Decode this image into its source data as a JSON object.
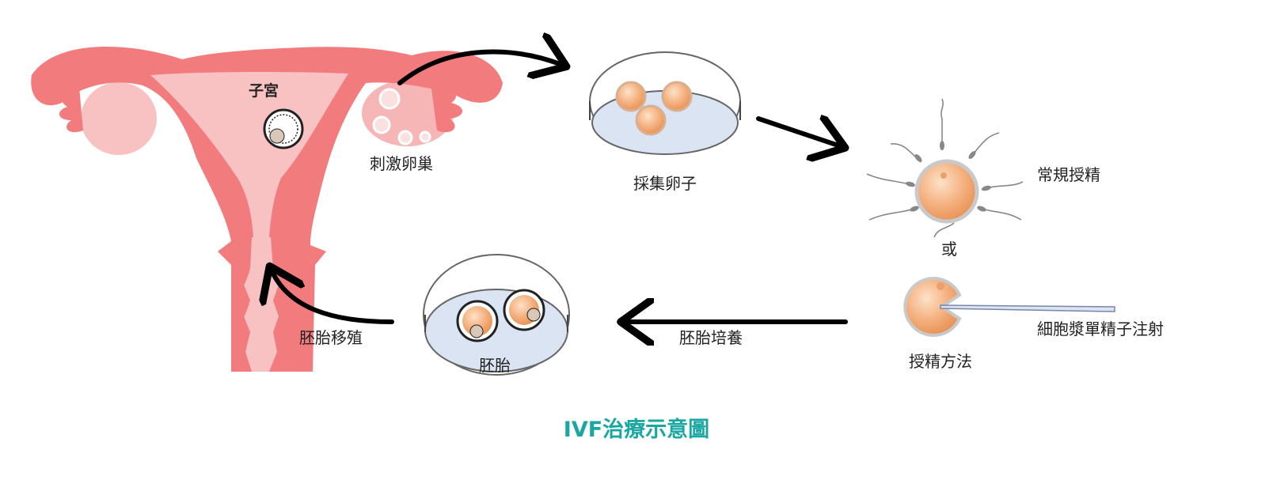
{
  "labels": {
    "uterus": "子宮",
    "stimulate_ovary": "刺激卵巢",
    "collect_eggs": "採集卵子",
    "conventional_fertilization": "常規授精",
    "or": "或",
    "icsi": "細胞漿單精子注射",
    "fertilization_method": "授精方法",
    "embryo_culture": "胚胎培養",
    "embryo": "胚胎",
    "embryo_transfer": "胚胎移殖"
  },
  "caption": "IVF治療示意圖",
  "colors": {
    "uterus_main": "#f27b7e",
    "uterus_light": "#f8c2c2",
    "ovary": "#f6b6b6",
    "dish_fill": "#dbe4f3",
    "egg": "#f2a877",
    "caption": "#1aa7a1"
  }
}
